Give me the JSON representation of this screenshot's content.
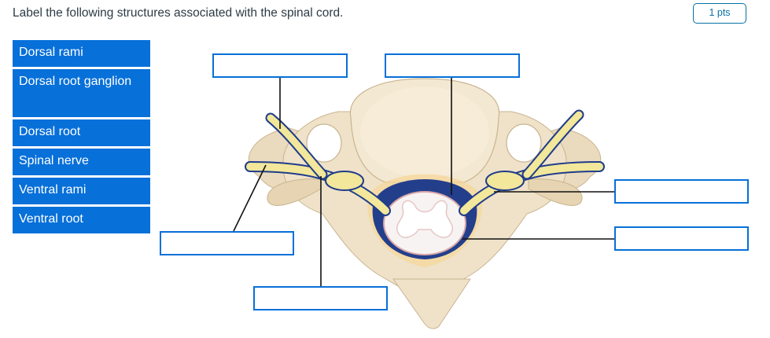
{
  "question": {
    "prompt": "Label the following structures associated with the spinal cord.",
    "points": "1 pts"
  },
  "word_bank": [
    {
      "label": "Dorsal rami"
    },
    {
      "label": "Dorsal root ganglion"
    },
    {
      "label": "Dorsal root"
    },
    {
      "label": "Spinal nerve"
    },
    {
      "label": "Ventral rami"
    },
    {
      "label": "Ventral root"
    }
  ],
  "drop_zones": [
    {
      "id": "zone-top-left",
      "value": ""
    },
    {
      "id": "zone-top-center",
      "value": ""
    },
    {
      "id": "zone-right-upper",
      "value": ""
    },
    {
      "id": "zone-left-middle",
      "value": ""
    },
    {
      "id": "zone-right-lower",
      "value": ""
    },
    {
      "id": "zone-bottom-center",
      "value": ""
    }
  ],
  "colors": {
    "chip_background": "#0770d9",
    "drop_border": "#0770d9",
    "bone": "#efe2c9",
    "nerve": "#f2e79a",
    "nerve_outline": "#1f3c8a"
  }
}
